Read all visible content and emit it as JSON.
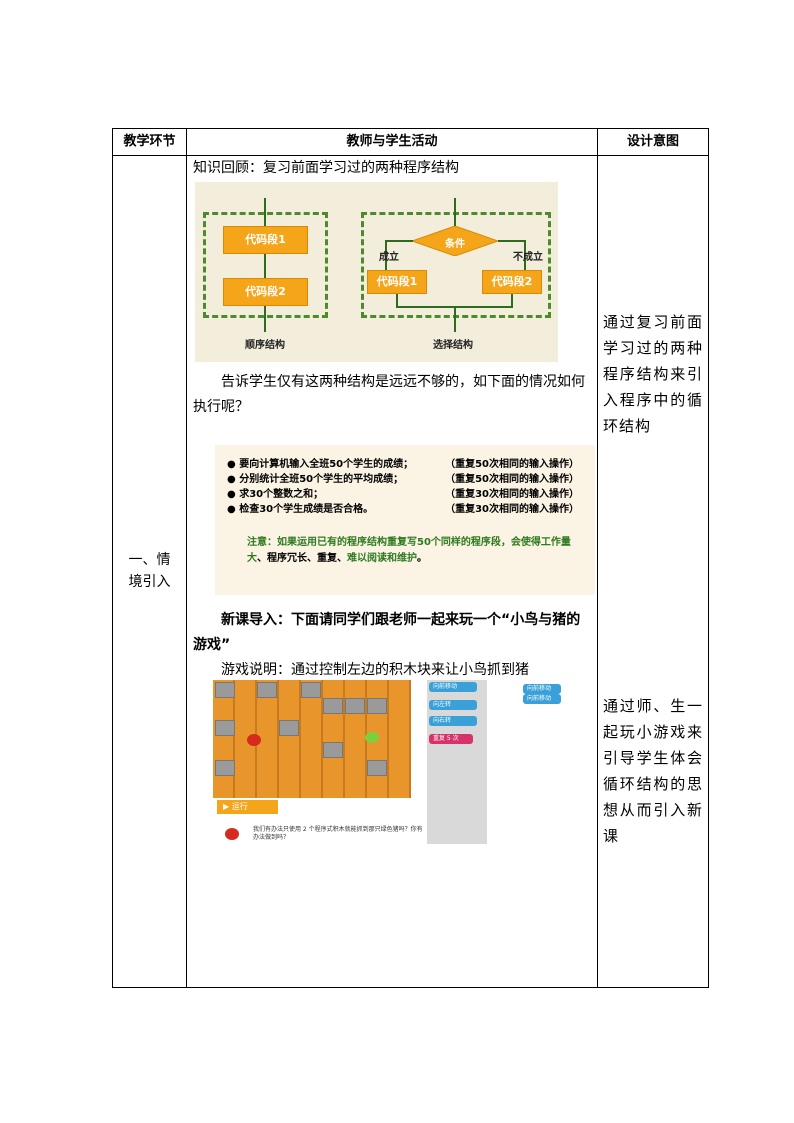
{
  "table": {
    "headers": [
      "教学环节",
      "教师与学生活动",
      "设计意图"
    ],
    "stage": "一、情境引入"
  },
  "content": {
    "review": "知识回顾：复习前面学习过的两种程序结构",
    "flowchart": {
      "seq_block1": "代码段1",
      "seq_block2": "代码段2",
      "seq_caption": "顺序结构",
      "condition": "条件",
      "yes": "成立",
      "no": "不成立",
      "sel_block1": "代码段1",
      "sel_block2": "代码段2",
      "sel_caption": "选择结构"
    },
    "tell_students": "告诉学生仅有这两种结构是远远不够的，如下面的情况如何执行呢？",
    "bullets": [
      {
        "text": "要向计算机输入全班50个学生的成绩；",
        "note": "（重复50次相同的输入操作）"
      },
      {
        "text": "分别统计全班50个学生的平均成绩；",
        "note": "（重复50次相同的输入操作）"
      },
      {
        "text": "求30个整数之和；",
        "note": "（重复30次相同的输入操作）"
      },
      {
        "text": "检查30个学生成绩是否合格。",
        "note": "（重复30次相同的输入操作）"
      }
    ],
    "note_prefix": "注意：如果运用已有的程序结构重复写50个同样的程序段，会使得",
    "note_green1": "工作量大",
    "note_mid": "、程序冗长、重复、",
    "note_green2": "难以阅读和维护",
    "note_end": "。",
    "intro_bold": "新课导入：下面请同学们跟老师一起来玩一个“小鸟与猪的游戏”",
    "game_desc": "游戏说明：通过控制左边的积木块来让小鸟抓到猪",
    "game": {
      "blocks": [
        "向前移动",
        "向左转",
        "向右转",
        "重复 5 次"
      ],
      "extra": [
        "向前移动",
        "向前移动"
      ],
      "run": "运行",
      "caption": "我们有办法只使用 2 个程序式积木就能抓到那只绿色猪吗？你有办法做到吗？"
    }
  },
  "design": {
    "intent1": "通过复习前面学习过的两种程序结构来引入程序中的循环结构",
    "intent2": "通过师、生一起玩小游戏来引导学生体会循环结构的思想从而引入新课"
  }
}
